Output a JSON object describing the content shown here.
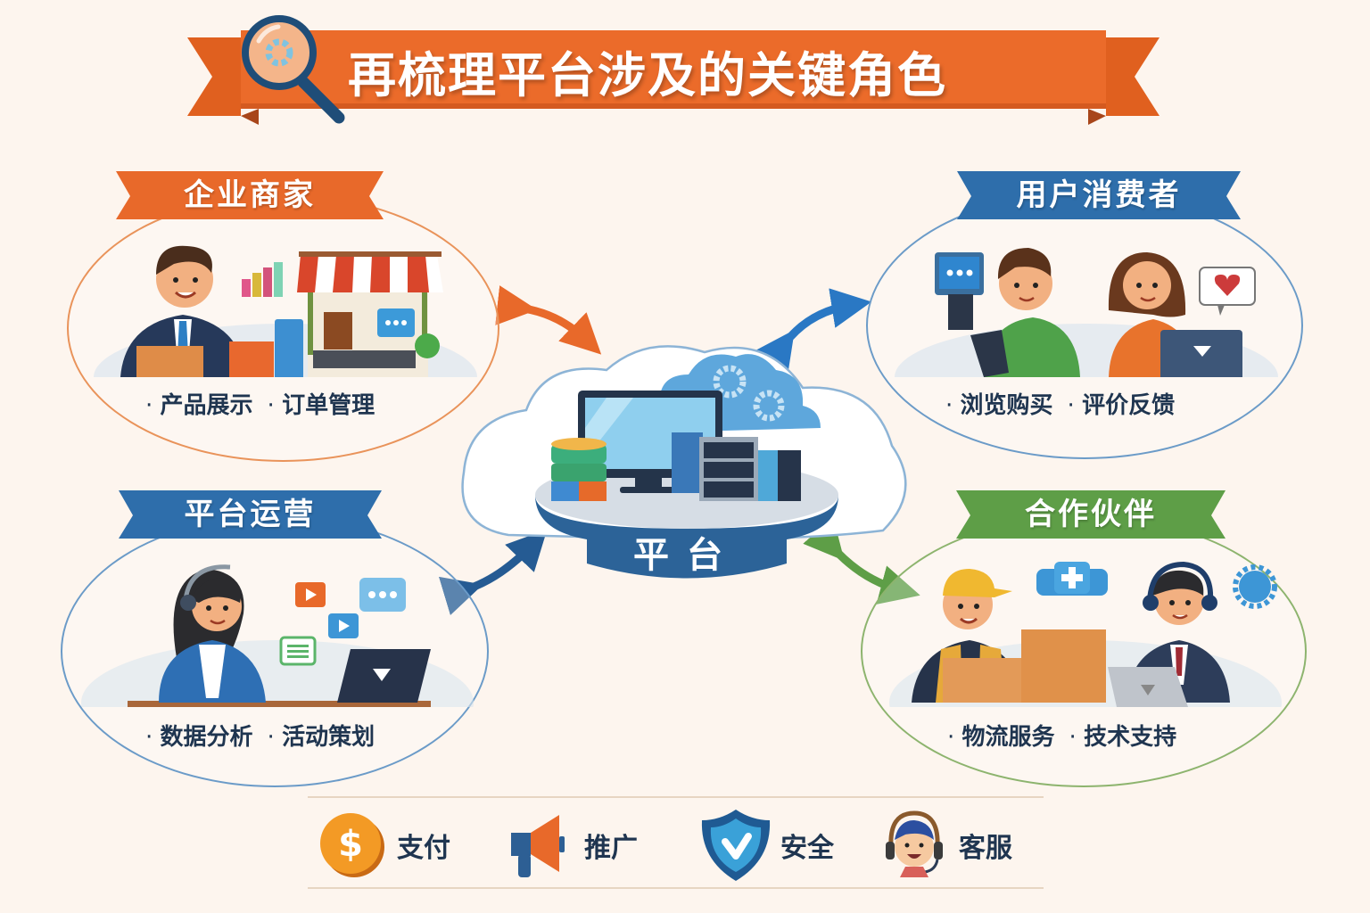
{
  "title": "再梳理平台涉及的关键角色",
  "center": {
    "label": "平台",
    "icons": [
      "database-icon",
      "monitor-icon",
      "cloud-gear-icon",
      "server-rack-icon"
    ]
  },
  "roles": [
    {
      "id": "enterprise",
      "name": "企业商家",
      "color": "#e8692a",
      "position": "top-left",
      "bullets": [
        "产品展示",
        "订单管理"
      ],
      "scene": [
        "businessman",
        "bar-chart-icon",
        "storefront-icon",
        "chat-bubble-icon",
        "shopping-bag-icon",
        "package-box-icon"
      ]
    },
    {
      "id": "consumer",
      "name": "用户消费者",
      "color": "#2e6eab",
      "position": "top-right",
      "bullets": [
        "浏览购买",
        "评价反馈"
      ],
      "scene": [
        "young-man-with-phone",
        "young-woman-with-laptop",
        "chat-bubble-icon",
        "heart-bubble-icon"
      ]
    },
    {
      "id": "operator",
      "name": "平台运营",
      "color": "#2e6eab",
      "position": "bottom-left",
      "bullets": [
        "数据分析",
        "活动策划"
      ],
      "scene": [
        "support-agent-with-headset",
        "laptop",
        "video-icon",
        "chat-bubble-icon",
        "message-icon"
      ]
    },
    {
      "id": "partner",
      "name": "合作伙伴",
      "color": "#5e9e47",
      "position": "bottom-right",
      "bullets": [
        "物流服务",
        "技术支持"
      ],
      "scene": [
        "courier-with-boxes",
        "service-agent-with-headset",
        "handshake-icon",
        "gear-icon"
      ]
    }
  ],
  "services": [
    {
      "label": "支付",
      "icon": "dollar-coin-icon",
      "color": "#f08a1c"
    },
    {
      "label": "推广",
      "icon": "megaphone-icon",
      "color": "#e8692a"
    },
    {
      "label": "安全",
      "icon": "shield-check-icon",
      "color": "#2e6eab"
    },
    {
      "label": "客服",
      "icon": "headset-agent-icon",
      "color": "#2e4e7a"
    }
  ],
  "colors": {
    "background": "#fdf5ee",
    "orange": "#e8692a",
    "blue": "#2e6eab",
    "green": "#5e9e47",
    "navy": "#1f3550"
  }
}
